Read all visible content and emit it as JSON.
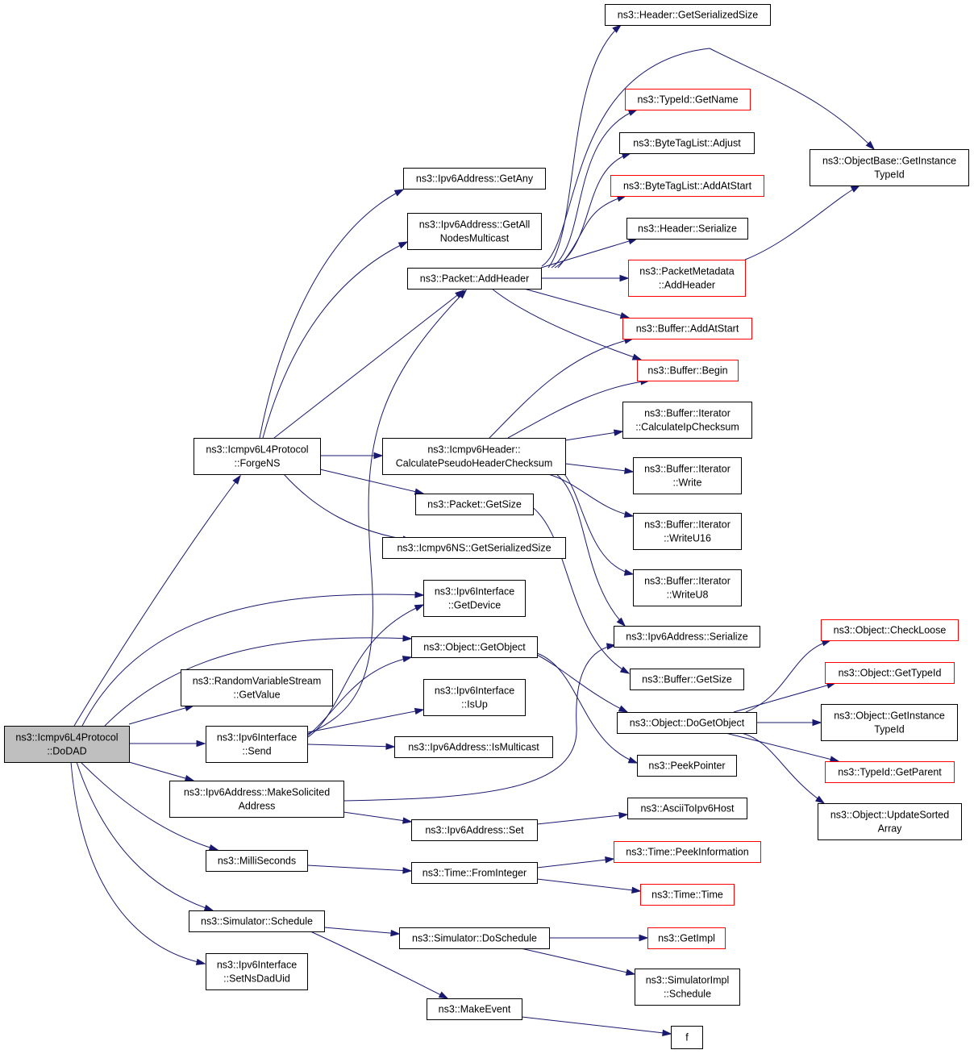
{
  "colors": {
    "edge": "#191970",
    "box_border": "#000000",
    "box_border_incomplete": "#ff0000",
    "root_fill": "#bfbfbf"
  },
  "nodes": {
    "n0": [
      "ns3::Icmpv6L4Protocol",
      "::DoDAD"
    ],
    "n1": [
      "ns3::Icmpv6L4Protocol",
      "::ForgeNS"
    ],
    "n2": [
      "ns3::RandomVariableStream",
      "::GetValue"
    ],
    "n3": [
      "ns3::Ipv6Interface",
      "::Send"
    ],
    "n4": [
      "ns3::Ipv6Address::MakeSolicited",
      "Address"
    ],
    "n5": [
      "ns3::MilliSeconds"
    ],
    "n6": [
      "ns3::Simulator::Schedule"
    ],
    "n7": [
      "ns3::Ipv6Interface",
      "::SetNsDadUid"
    ],
    "n8": [
      "ns3::Ipv6Address::GetAny"
    ],
    "n9": [
      "ns3::Ipv6Address::GetAll",
      "NodesMulticast"
    ],
    "n10": [
      "ns3::Packet::AddHeader"
    ],
    "n11": [
      "ns3::Icmpv6Header::",
      "CalculatePseudoHeaderChecksum"
    ],
    "n12": [
      "ns3::Packet::GetSize"
    ],
    "n13": [
      "ns3::Icmpv6NS::GetSerializedSize"
    ],
    "n14": [
      "ns3::Ipv6Interface",
      "::GetDevice"
    ],
    "n15": [
      "ns3::Object::GetObject"
    ],
    "n16": [
      "ns3::Ipv6Interface",
      "::IsUp"
    ],
    "n17": [
      "ns3::Ipv6Address::IsMulticast"
    ],
    "n18": [
      "ns3::Ipv6Address::Set"
    ],
    "n19": [
      "ns3::Time::FromInteger"
    ],
    "n20": [
      "ns3::Simulator::DoSchedule"
    ],
    "n21": [
      "ns3::MakeEvent"
    ],
    "n22": [
      "ns3::Header::GetSerializedSize"
    ],
    "n23": [
      "ns3::TypeId::GetName"
    ],
    "n24": [
      "ns3::ByteTagList::Adjust"
    ],
    "n25": [
      "ns3::ByteTagList::AddAtStart"
    ],
    "n26": [
      "ns3::Header::Serialize"
    ],
    "n27": [
      "ns3::PacketMetadata",
      "::AddHeader"
    ],
    "n28": [
      "ns3::Buffer::AddAtStart"
    ],
    "n29": [
      "ns3::Buffer::Begin"
    ],
    "n30": [
      "ns3::Buffer::Iterator",
      "::CalculateIpChecksum"
    ],
    "n31": [
      "ns3::Buffer::Iterator",
      "::Write"
    ],
    "n32": [
      "ns3::Buffer::Iterator",
      "::WriteU16"
    ],
    "n33": [
      "ns3::Buffer::Iterator",
      "::WriteU8"
    ],
    "n34": [
      "ns3::Ipv6Address::Serialize"
    ],
    "n35": [
      "ns3::Buffer::GetSize"
    ],
    "n36": [
      "ns3::Object::DoGetObject"
    ],
    "n37": [
      "ns3::PeekPointer"
    ],
    "n38": [
      "ns3::AsciiToIpv6Host"
    ],
    "n39": [
      "ns3::Time::PeekInformation"
    ],
    "n40": [
      "ns3::Time::Time"
    ],
    "n41": [
      "ns3::GetImpl"
    ],
    "n42": [
      "ns3::SimulatorImpl",
      "::Schedule"
    ],
    "n43": [
      "f"
    ],
    "n44": [
      "ns3::ObjectBase::GetInstance",
      "TypeId"
    ],
    "n45": [
      "ns3::Object::CheckLoose"
    ],
    "n46": [
      "ns3::Object::GetTypeId"
    ],
    "n47": [
      "ns3::Object::GetInstance",
      "TypeId"
    ],
    "n48": [
      "ns3::TypeId::GetParent"
    ],
    "n49": [
      "ns3::Object::UpdateSorted",
      "Array"
    ]
  }
}
